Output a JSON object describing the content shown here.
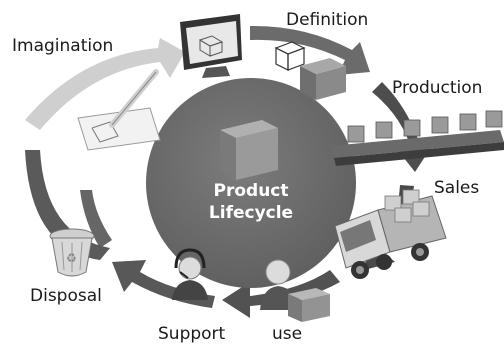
{
  "center": {
    "line1": "Product",
    "line2": "Lifecycle"
  },
  "stages": [
    {
      "key": "imagination",
      "label": "Imagination",
      "icon": "pen-drawing-icon"
    },
    {
      "key": "definition",
      "label": "Definition",
      "icon": "cad-monitor-icon"
    },
    {
      "key": "production",
      "label": "Production",
      "icon": "conveyor-belt-icon"
    },
    {
      "key": "sales",
      "label": "Sales",
      "icon": "delivery-truck-icon"
    },
    {
      "key": "use",
      "label": "use",
      "icon": "user-with-box-icon"
    },
    {
      "key": "support",
      "label": "Support",
      "icon": "headset-agent-icon"
    },
    {
      "key": "disposal",
      "label": "Disposal",
      "icon": "recycle-bin-icon"
    }
  ],
  "colors": {
    "center_circle": "#707070",
    "arrow_band": "#4a4a4a",
    "arrow_band_light": "#d8d8d8",
    "cube_face": "#8a8a8a",
    "label_text": "#1a1a1a"
  }
}
